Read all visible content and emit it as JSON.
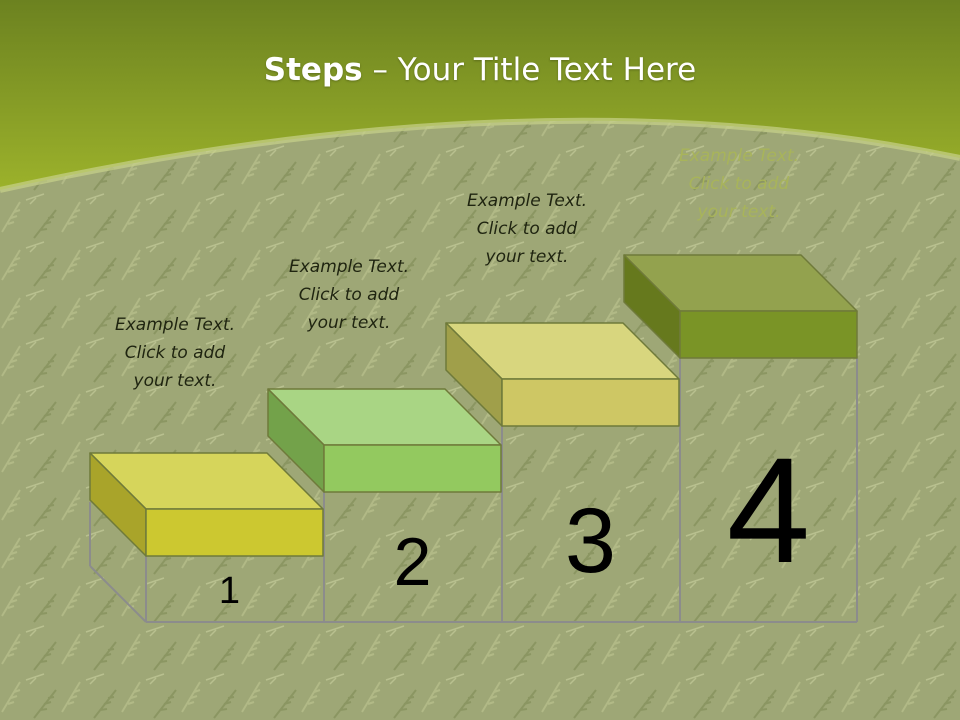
{
  "slide": {
    "title_bold": "Steps",
    "title_rest": " – Your Title Text Here"
  },
  "colors": {
    "header_dark": "#6d8421",
    "header_light": "#9bb02a",
    "background": "#9aa472",
    "step1_top": "#d6d55b",
    "step1_front": "#ccc830",
    "step1_side": "#a9a42a",
    "step2_top": "#a9d584",
    "step2_front": "#93c95f",
    "step2_side": "#73a24a",
    "step3_top": "#d8d67e",
    "step3_front": "#cec764",
    "step3_side": "#a09f4a",
    "step4_top": "#93a24e",
    "step4_front": "#7a9426",
    "step4_side": "#66791d",
    "outline": "#8c8c8c"
  },
  "steps": [
    {
      "number": "1",
      "caption": [
        "Example Text.",
        "Click  to add",
        "your text."
      ]
    },
    {
      "number": "2",
      "caption": [
        "Example Text.",
        "Click  to add",
        "your text."
      ]
    },
    {
      "number": "3",
      "caption": [
        "Example Text.",
        "Click  to add",
        "your text."
      ]
    },
    {
      "number": "4",
      "caption": [
        "Example Text.",
        "Click  to add",
        "your text."
      ]
    }
  ]
}
